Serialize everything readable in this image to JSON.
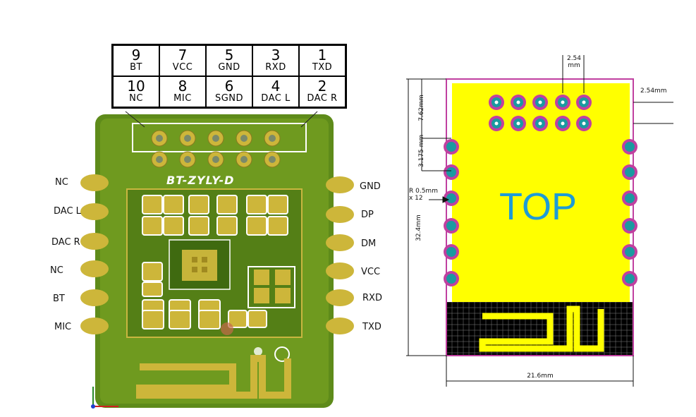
{
  "pin_table": {
    "top_row": [
      {
        "num": "9",
        "name": "BT"
      },
      {
        "num": "7",
        "name": "VCC"
      },
      {
        "num": "5",
        "name": "GND"
      },
      {
        "num": "3",
        "name": "RXD"
      },
      {
        "num": "1",
        "name": "TXD"
      }
    ],
    "bottom_row": [
      {
        "num": "10",
        "name": "NC"
      },
      {
        "num": "8",
        "name": "MIC"
      },
      {
        "num": "6",
        "name": "SGND"
      },
      {
        "num": "4",
        "name": "DAC L"
      },
      {
        "num": "2",
        "name": "DAC R"
      }
    ]
  },
  "module_photo": {
    "silkscreen": "BT-ZYLY-D",
    "left_pins": [
      "NC",
      "DAC L",
      "DAC R",
      "NC",
      "BT",
      "MIC"
    ],
    "right_pins": [
      "GND",
      "DP",
      "DM",
      "VCC",
      "RXD",
      "TXD"
    ]
  },
  "drawing": {
    "side_label": "TOP",
    "dimensions": {
      "pin_pitch_top": "2.54",
      "pin_pitch_top_unit": "mm",
      "pin_pitch_right": "2.54mm",
      "header_offset": "7.62mm",
      "row_offset": "3.175",
      "row_offset_unit": "mm",
      "pad_radius": "R 0.5mm",
      "pad_count": "x 12",
      "height": "32.4mm",
      "width": "21.6mm"
    }
  },
  "colors": {
    "pcb_green": "#6f9a1f",
    "pcb_dark": "#4c7714",
    "gold": "#cdb63a",
    "yellow": "#ffff00",
    "teal": "#1a9aa0",
    "magenta": "#c040a0",
    "top_text": "#1e9bd7"
  }
}
